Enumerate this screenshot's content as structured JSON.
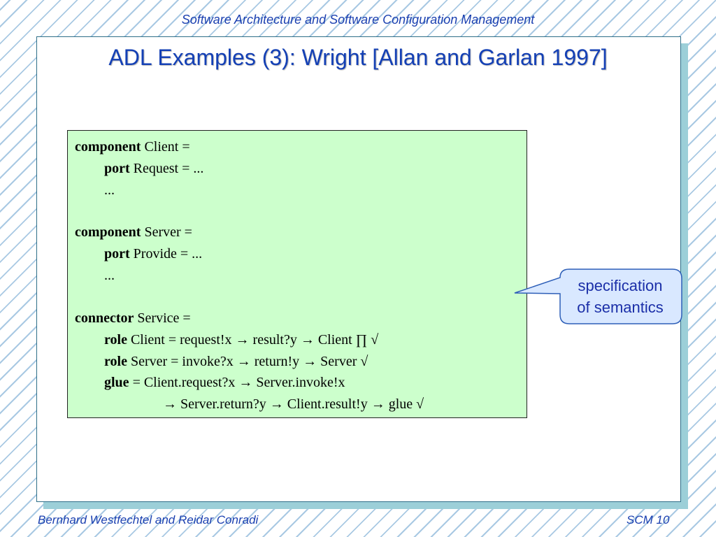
{
  "header": {
    "course": "Software Architecture and Software Configuration Management"
  },
  "slide": {
    "title": "ADL Examples (3): Wright [Allan and Garlan 1997]"
  },
  "code": {
    "client_kw": "component",
    "client_rest": " Client =",
    "client_port_kw": "port",
    "client_port_rest": " Request = ...",
    "client_ellipsis": "...",
    "server_kw": "component",
    "server_rest": " Server =",
    "server_port_kw": "port",
    "server_port_rest": " Provide = ...",
    "server_ellipsis": "...",
    "connector_kw": "connector",
    "connector_rest": " Service =",
    "role_client_kw": "role",
    "role_client_rest": " Client = request!x → result?y → Client ∏ √",
    "role_server_kw": "role",
    "role_server_rest": " Server = invoke?x → return!y → Server  √",
    "glue_kw": "glue",
    "glue_rest": " =   Client.request?x → Server.invoke!x",
    "glue_cont": "→ Server.return?y → Client.result!y → glue  √"
  },
  "callout": {
    "line1": "specification",
    "line2": "of semantics"
  },
  "footer": {
    "authors": "Bernhard Westfechtel and Reidar Conradi",
    "page": "SCM 10"
  },
  "colors": {
    "accent_blue": "#1440b5",
    "code_bg": "#ccffcc",
    "callout_fill": "#d9e8ff",
    "callout_stroke": "#2e5fb8",
    "stripe": "#a9c9e3",
    "shadow": "#9ccfd8"
  }
}
